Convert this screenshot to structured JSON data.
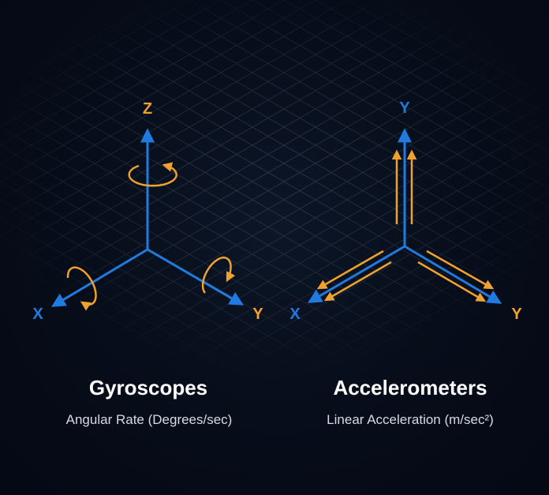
{
  "colors": {
    "axis": "#1f7be0",
    "motion": "#f0a12e",
    "background": "#050b16"
  },
  "gyroscopes": {
    "title": "Gyroscopes",
    "subtitle": "Angular Rate (Degrees/sec)",
    "labels": {
      "z": "Z",
      "x": "X",
      "y": "Y"
    }
  },
  "accelerometers": {
    "title": "Accelerometers",
    "subtitle": "Linear Acceleration (m/sec²)",
    "labels": {
      "up": "Y",
      "x": "X",
      "y": "Y"
    }
  }
}
